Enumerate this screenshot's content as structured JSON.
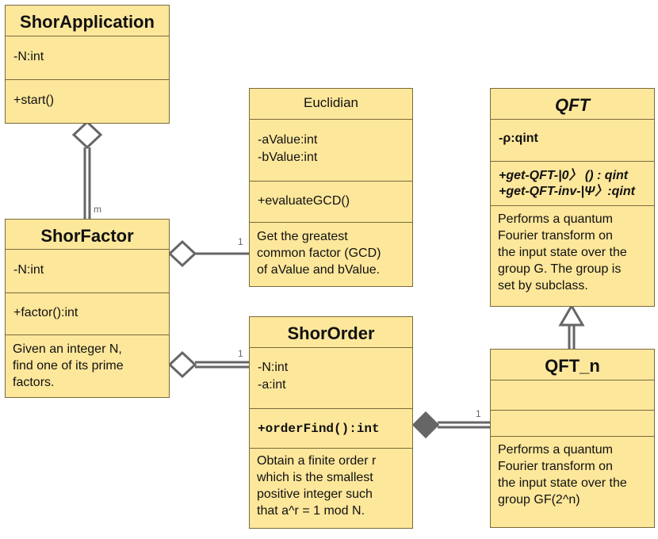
{
  "classes": {
    "shor_application": {
      "name": "ShorApplication",
      "attributes": [
        "-N:int"
      ],
      "operations": [
        "+start()"
      ]
    },
    "euclidian": {
      "name": "Euclidian",
      "attributes": [
        "-aValue:int",
        "-bValue:int"
      ],
      "operations": [
        "+evaluateGCD()"
      ],
      "description": [
        "Get the greatest",
        "common factor (GCD)",
        "of aValue and bValue."
      ]
    },
    "qft": {
      "name": "QFT",
      "attributes": [
        "-ρ:qint"
      ],
      "operations": [
        "+get-QFT-|0〉 ()  : qint",
        "+get-QFT-inv-|Ψ〉:qint"
      ],
      "description": [
        "Performs a quantum",
        "Fourier transform on",
        "the input state over the",
        "group G. The group is",
        "set by subclass."
      ]
    },
    "shor_factor": {
      "name": "ShorFactor",
      "attributes": [
        "-N:int"
      ],
      "operations": [
        "+factor():int"
      ],
      "description": [
        "Given an integer N,",
        "find one of its prime",
        "factors."
      ]
    },
    "shor_order": {
      "name": "ShorOrder",
      "attributes": [
        "-N:int",
        "-a:int"
      ],
      "operations": [
        "+orderFind():int"
      ],
      "description": [
        "Obtain a finite order r",
        "which is the smallest",
        "positive integer such",
        "that a^r = 1 mod N."
      ]
    },
    "qft_n": {
      "name": "QFT_n",
      "attributes": [],
      "operations": [],
      "description": [
        "Performs a quantum",
        "Fourier transform on",
        "the input state over the",
        "group GF(2^n)"
      ]
    }
  },
  "relationships": [
    {
      "from": "ShorFactor",
      "to": "ShorApplication",
      "type": "aggregation",
      "multiplicity": "m"
    },
    {
      "from": "Euclidian",
      "to": "ShorFactor",
      "type": "aggregation",
      "multiplicity": "1"
    },
    {
      "from": "ShorOrder",
      "to": "ShorFactor",
      "type": "aggregation",
      "multiplicity": "1"
    },
    {
      "from": "QFT_n",
      "to": "ShorOrder",
      "type": "composition",
      "multiplicity": "1"
    },
    {
      "from": "QFT_n",
      "to": "QFT",
      "type": "generalization"
    }
  ],
  "colors": {
    "class_fill": "#fde79b",
    "border": "#7a6a3a",
    "line": "#666666"
  }
}
